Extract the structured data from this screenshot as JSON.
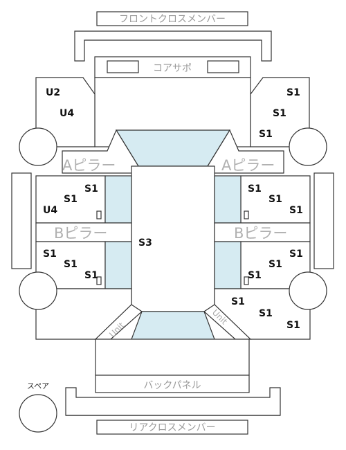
{
  "labels": {
    "front_cross_member": "フロントクロスメンバー",
    "core_support": "コアサポ",
    "a_pillar_left": "Aピラー",
    "a_pillar_right": "Aピラー",
    "b_pillar_left": "Bピラー",
    "b_pillar_right": "Bピラー",
    "back_panel": "バックパネル",
    "rear_cross_member": "リアクロスメンバー",
    "spare": "スペア",
    "unit_left": "Unit",
    "unit_right": "Unit"
  },
  "codes": {
    "front_left_top": "U2",
    "front_left_bottom": "U4",
    "front_right_1": "S1",
    "front_right_2": "S1",
    "front_right_3": "S1",
    "front_door_left_1": "S1",
    "front_door_left_2": "S1",
    "front_door_left_3": "U4",
    "front_door_right_1": "S1",
    "front_door_right_2": "S1",
    "front_door_right_3": "S1",
    "roof": "S3",
    "rear_door_left_1": "S1",
    "rear_door_left_2": "S1",
    "rear_door_left_3": "S1",
    "rear_door_right_1": "S1",
    "rear_door_right_2": "S1",
    "rear_door_right_3": "S1",
    "rear_right_1": "S1",
    "rear_right_2": "S1",
    "rear_right_3": "S1"
  },
  "colors": {
    "glass": "#d6ebf2",
    "outline": "#333333",
    "label_grey": "#9a9a9a"
  }
}
